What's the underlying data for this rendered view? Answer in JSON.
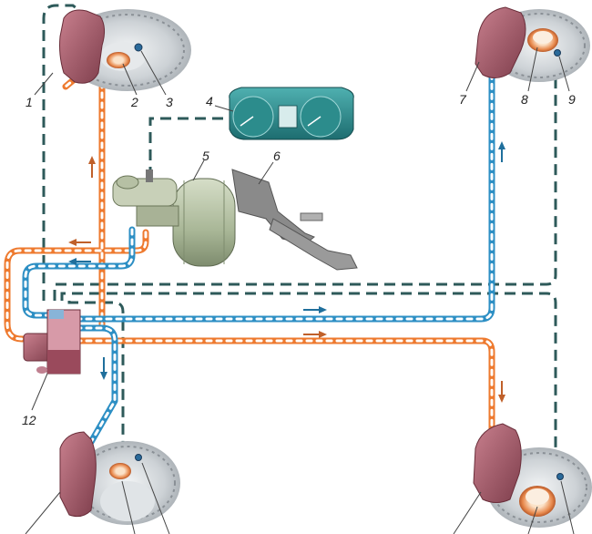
{
  "diagram": {
    "type": "Brake system hydraulic and ABS sensor circuit",
    "colors": {
      "circuit_primary": "#ee7a2f",
      "circuit_secondary": "#2d8fc4",
      "sensor_wiring": "#2e5a5a",
      "caliper": "#a05a6a",
      "disc": "#c8ccd0",
      "booster": "#b8c4a8",
      "dashboard": "#2a8a8a",
      "background": "#ffffff"
    },
    "labels": {
      "1": "1",
      "2": "2",
      "3": "3",
      "4": "4",
      "5": "5",
      "6": "6",
      "7": "7",
      "8": "8",
      "9": "9",
      "12": "12"
    },
    "components": [
      {
        "id": "1",
        "name": "front-left brake caliper"
      },
      {
        "id": "2",
        "name": "front-left sensor rotor"
      },
      {
        "id": "3",
        "name": "front-left wheel speed sensor"
      },
      {
        "id": "4",
        "name": "instrument cluster"
      },
      {
        "id": "5",
        "name": "vacuum brake booster with master cylinder"
      },
      {
        "id": "6",
        "name": "brake pedal assembly"
      },
      {
        "id": "7",
        "name": "front-right brake caliper"
      },
      {
        "id": "8",
        "name": "front-right sensor rotor"
      },
      {
        "id": "9",
        "name": "front-right wheel speed sensor"
      },
      {
        "id": "12",
        "name": "ABS hydraulic modulator"
      }
    ],
    "flow_arrows": [
      "up",
      "left",
      "left",
      "right",
      "right",
      "down",
      "down",
      "up"
    ]
  }
}
